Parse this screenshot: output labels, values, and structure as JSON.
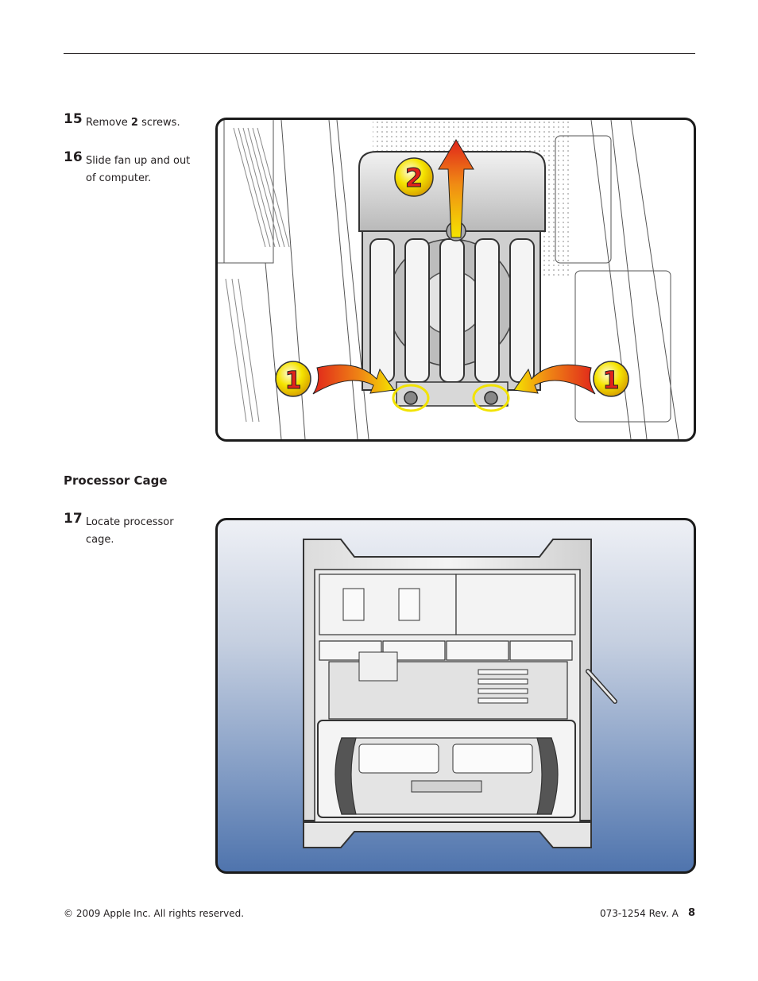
{
  "steps": [
    {
      "num": "15",
      "text_before": "Remove ",
      "bold": "2",
      "text_after": " screws."
    },
    {
      "num": "16",
      "text": "Slide fan up and out of computer."
    },
    {
      "num": "17",
      "text": "Locate processor cage."
    }
  ],
  "section_title": "Processor Cage",
  "figure1": {
    "callouts": [
      "2",
      "1",
      "1"
    ],
    "colors": {
      "arrow_start": "#f5e400",
      "arrow_end": "#e0241b",
      "ring": "#f2e300"
    }
  },
  "footer": {
    "copyright": "© 2009 Apple Inc. All rights reserved.",
    "doc_number": "073-1254 Rev. A",
    "page": "8"
  }
}
